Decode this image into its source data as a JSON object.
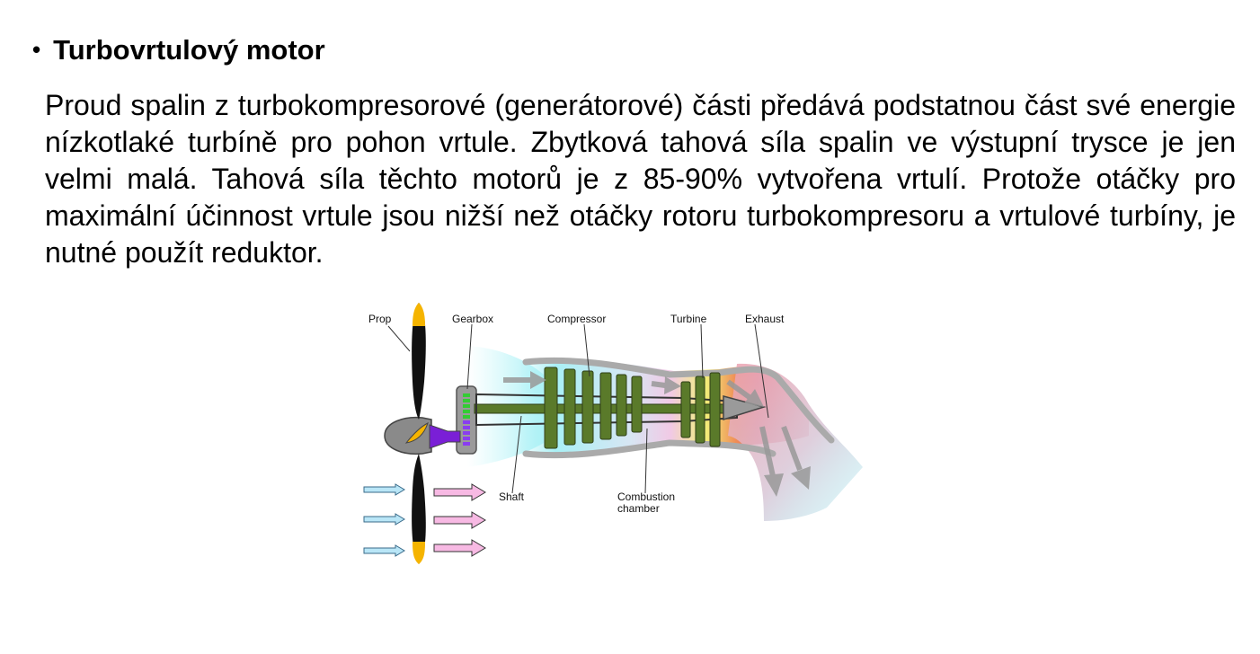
{
  "heading": {
    "bullet": "•",
    "title": "Turbovrtulový motor"
  },
  "paragraph": "Proud spalin z turbokompresorové (generátorové) části předává podstatnou část své energie nízkotlaké turbíně pro pohon vrtule. Zbytková tahová síla spalin ve výstupní trysce je jen velmi malá. Tahová síla těchto motorů je z 85-90% vytvořena vrtulí. Protože otáčky pro maximální účinnost vrtule jsou nižší než otáčky rotoru turbokompresoru a vrtulové turbíny, je nutné použít reduktor.",
  "diagram": {
    "labels": {
      "prop": "Prop",
      "gearbox": "Gearbox",
      "compressor": "Compressor",
      "turbine": "Turbine",
      "exhaust": "Exhaust",
      "shaft": "Shaft",
      "combustion_line1": "Combustion",
      "combustion_line2": "chamber"
    },
    "colors": {
      "blade": "#111111",
      "blade_tip": "#f5b400",
      "spinner": "#8a8a8a",
      "shaft_purple": "#7a1fd6",
      "gear_green": "#33cc33",
      "gear_violet": "#8a3df0",
      "compressor_green": "#5a7a2a",
      "casing": "#bbbbbb",
      "airflow_cyan": "#a9f0f5",
      "combustion_pink": "#f1c3e3",
      "turbine_yellow": "#f3f07a",
      "exhaust_red": "#e9707f",
      "inflow_arrow": "#b9e6f7",
      "outflow_arrow": "#f7b9e3",
      "flow_arrow_grey": "#999999"
    }
  }
}
